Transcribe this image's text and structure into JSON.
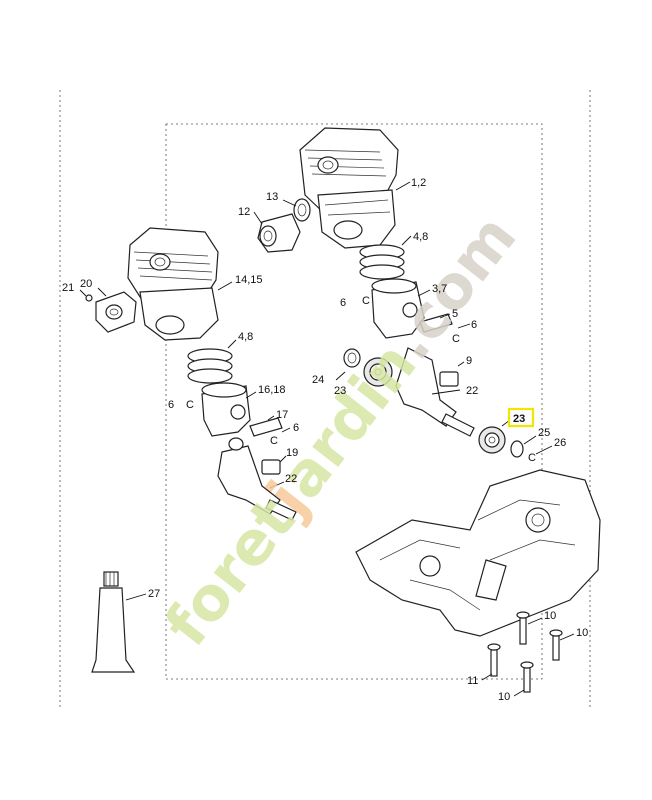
{
  "labels": {
    "l12a": "1,2",
    "l13": "13",
    "l12": "12",
    "l48a": "4,8",
    "l21": "21",
    "l20": "20",
    "l1415": "14,15",
    "l6a": "6",
    "l37": "3,7",
    "l5": "5",
    "l6b": "6",
    "l48b": "4,8",
    "l9": "9",
    "l24": "24",
    "l23a": "23",
    "l22a": "22",
    "l6c": "6",
    "l1618": "16,18",
    "l17": "17",
    "l6d": "6",
    "l23b": "23",
    "l25": "25",
    "l26": "26",
    "l19": "19",
    "l22b": "22",
    "l27": "27",
    "l10a": "10",
    "l10b": "10",
    "l11": "11",
    "l10c": "10"
  },
  "watermark": {
    "text": "foretjardin.com",
    "color_green": "#d6e6a3",
    "color_orange": "#f7c99a",
    "color_grey": "#d8d2c8"
  },
  "highlight": {
    "part": "23",
    "color": "#f2e600"
  }
}
